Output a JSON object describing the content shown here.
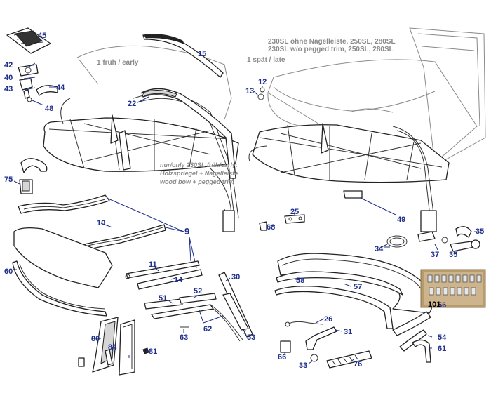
{
  "notes": {
    "early": "1 früh / early",
    "late": "1 spät / late",
    "late_desc_1": "230SL ohne Nagelleiste, 250SL, 280SL",
    "late_desc_2": "230SL w/o pegged trim, 250SL, 280SL",
    "wood_1": "nur/only 230SL früh/early:",
    "wood_2": "Holzspriegel + Nagelleiste",
    "wood_3": "wood bow + pegged trim"
  },
  "callouts": [
    "45",
    "42",
    "40",
    "43",
    "44",
    "48",
    "15",
    "22",
    "12",
    "13",
    "75",
    "25",
    "49",
    "68",
    "10",
    "9",
    "35",
    "34",
    "37",
    "35",
    "60",
    "11",
    "14",
    "30",
    "51",
    "52",
    "58",
    "57",
    "80",
    "84",
    "81",
    "62",
    "63",
    "53",
    "26",
    "31",
    "56",
    "54",
    "61",
    "66",
    "33",
    "76",
    "101"
  ]
}
